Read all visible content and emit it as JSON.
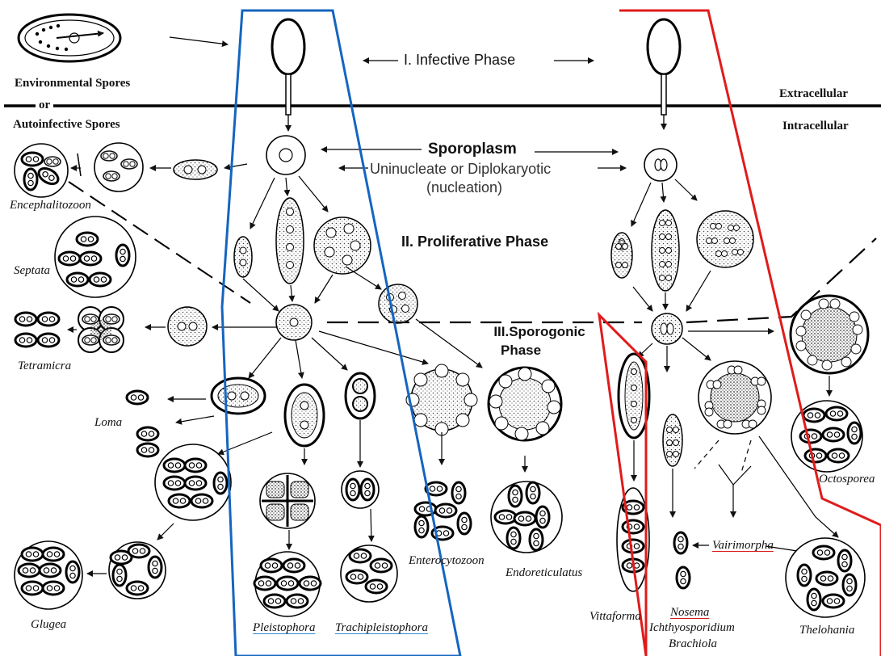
{
  "colors": {
    "blue_outline": "#1565c0",
    "red_outline": "#e01b1b",
    "ink": "#111111",
    "underline_blue": "#2a8ad6",
    "underline_red": "#d81a1a"
  },
  "left_labels": {
    "environmental": "Environmental Spores",
    "or": "or",
    "autoinfective": "Autoinfective Spores"
  },
  "right_labels": {
    "extracellular": "Extracellular",
    "intracellular": "Intracellular"
  },
  "phases": {
    "infective": "I. Infective Phase",
    "proliferative": "II. Proliferative Phase",
    "sporogonic_1": "III.Sporogonic",
    "sporogonic_2": "Phase"
  },
  "sporoplasm": {
    "title": "Sporoplasm",
    "line2": "Uninucleate or  Diplokaryotic",
    "line3": "(nucleation)"
  },
  "genera": {
    "encephalitozoon": "Encephalitozoon",
    "septata": "Septata",
    "tetramicra": "Tetramicra",
    "loma": "Loma",
    "glugea": "Glugea",
    "pleistophora": "Pleistophora",
    "trachipleistophora": "Trachipleistophora",
    "enterocytozoon": "Enterocytozoon",
    "endoreticulatus": "Endoreticulatus",
    "vittaforma": "Vittaforma",
    "nosema": "Nosema",
    "ichthyosporidium": "Ichthyosporidium",
    "brachiola": "Brachiola",
    "vairimorpha": "Vairimorpha",
    "octosporea": "Octosporea",
    "thelohania": "Thelohania"
  }
}
